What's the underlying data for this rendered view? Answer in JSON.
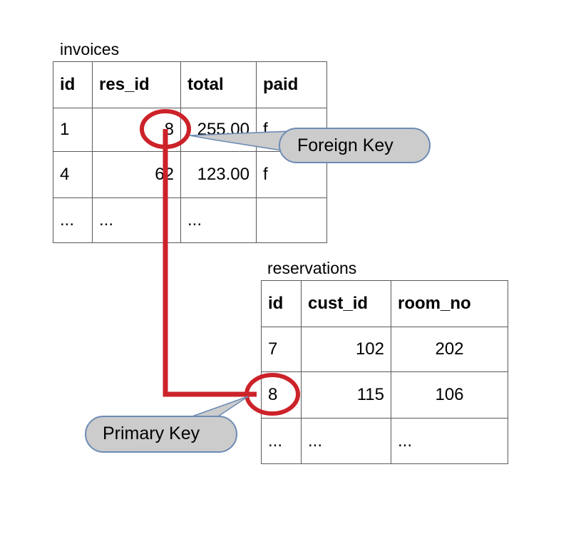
{
  "diagram": {
    "title_invoices": "invoices",
    "title_reservations": "reservations",
    "accent_relation_color": "#cc2229",
    "callout_fill_color": "#cccccc",
    "callout_border_color": "#6d8bb5",
    "table_border_color": "#5a5a5a"
  },
  "tables": {
    "invoices": {
      "name": "invoices",
      "columns": [
        "id",
        "res_id",
        "total",
        "paid"
      ],
      "align": [
        "left",
        "right",
        "right",
        "left"
      ],
      "rows": [
        [
          "1",
          "8",
          "255.00",
          "f"
        ],
        [
          "4",
          "62",
          "123.00",
          "f"
        ],
        [
          "...",
          "...",
          "...",
          ""
        ]
      ]
    },
    "reservations": {
      "name": "reservations",
      "columns": [
        "id",
        "cust_id",
        "room_no"
      ],
      "align": [
        "left",
        "right",
        "center"
      ],
      "rows": [
        [
          "7",
          "102",
          "202"
        ],
        [
          "8",
          "115",
          "106"
        ],
        [
          "...",
          "...",
          "..."
        ]
      ]
    }
  },
  "callouts": {
    "foreign_key": {
      "label": "Foreign Key",
      "points_to": "invoices.res_id row 1 value 8"
    },
    "primary_key": {
      "label": "Primary Key",
      "points_to": "reservations.id row 2 value 8"
    }
  },
  "highlights": {
    "foreign_key_value": "8",
    "primary_key_value": "8"
  }
}
